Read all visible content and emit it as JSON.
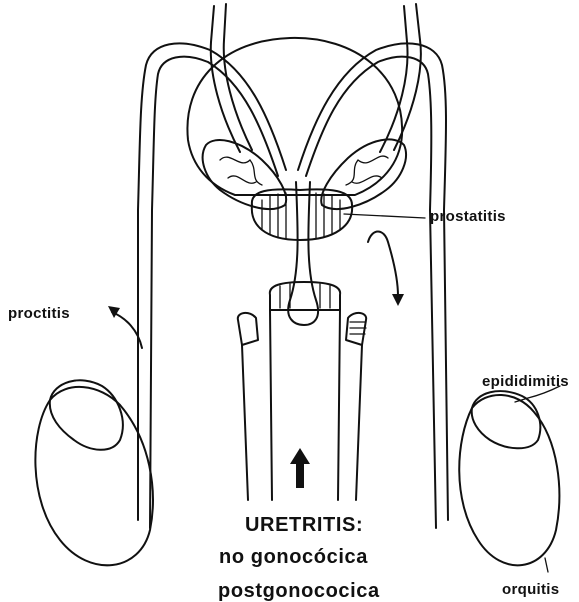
{
  "labels": {
    "prostatitis": "prostatitis",
    "proctitis": "proctitis",
    "epididimitis": "epididimitis",
    "orquitis": "orquitis",
    "uretritis": "URETRITIS:",
    "no_gonococica": "no gonocócica",
    "postgonococica": "postgonococica"
  }
}
